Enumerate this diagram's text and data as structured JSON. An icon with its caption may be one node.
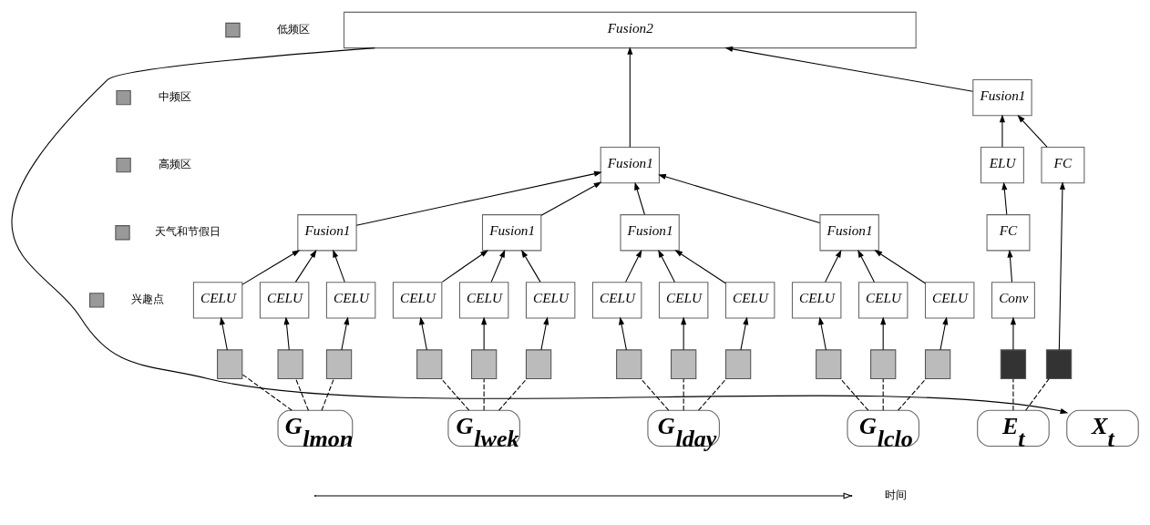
{
  "diagram": {
    "nodes": [
      {
        "text": [
          "Fusion2"
        ]
      },
      {
        "text": [
          "Fusion1"
        ]
      },
      {
        "text": [
          "Fusion1"
        ]
      },
      {
        "text": [
          "Fusion1"
        ]
      },
      {
        "text": [
          "Fusion1"
        ]
      },
      {
        "text": [
          "Fusion1"
        ]
      },
      {
        "text": [
          "Fusion1"
        ]
      },
      {
        "text": [
          "ELU"
        ]
      },
      {
        "text": [
          "FC"
        ]
      },
      {
        "text": [
          "FC"
        ]
      },
      {
        "text": [
          "CELU"
        ]
      },
      {
        "text": [
          "CELU"
        ]
      },
      {
        "text": [
          "CELU"
        ]
      },
      {
        "text": [
          "CELU"
        ]
      },
      {
        "text": [
          "CELU"
        ]
      },
      {
        "text": [
          "CELU"
        ]
      },
      {
        "text": [
          "CELU"
        ]
      },
      {
        "text": [
          "CELU"
        ]
      },
      {
        "text": [
          "CELU"
        ]
      },
      {
        "text": [
          "CELU"
        ]
      },
      {
        "text": [
          "CELU"
        ]
      },
      {
        "text": [
          "CELU"
        ]
      },
      {
        "text": [
          "Conv"
        ]
      },
      {
        "text": [],
        "shape": "box"
      },
      {
        "text": [],
        "shape": "box"
      },
      {
        "text": [],
        "shape": "box"
      },
      {
        "text": [],
        "shape": "box"
      },
      {
        "text": [],
        "shape": "box"
      },
      {
        "text": [],
        "shape": "box"
      },
      {
        "text": [],
        "shape": "box"
      },
      {
        "text": [],
        "shape": "box"
      },
      {
        "text": [],
        "shape": "box"
      },
      {
        "text": [],
        "shape": "box"
      },
      {
        "text": [],
        "shape": "box"
      },
      {
        "text": [],
        "shape": "box"
      },
      {
        "text": [],
        "shape": "box"
      },
      {
        "text": [],
        "shape": "box"
      },
      {
        "text": [
          "G$_{lmon}$"
        ]
      },
      {
        "text": [
          "G$_{lwek}$"
        ]
      },
      {
        "text": [
          "G$_{lday}$"
        ]
      },
      {
        "text": [
          "G$_{lclo}$"
        ]
      },
      {
        "text": [
          "E$_{t}$"
        ]
      },
      {
        "text": [
          "X$_{t}$"
        ]
      }
    ],
    "edges": [
      {
        "from": 37,
        "to": 23,
        "arrow": "none",
        "style": "dashed"
      },
      {
        "from": 37,
        "to": 24,
        "arrow": "none",
        "style": "dashed"
      },
      {
        "from": 37,
        "to": 25,
        "arrow": "none",
        "style": "dashed"
      },
      {
        "from": 38,
        "to": 26,
        "arrow": "none",
        "style": "dashed"
      },
      {
        "from": 38,
        "to": 27,
        "arrow": "none",
        "style": "dashed"
      },
      {
        "from": 38,
        "to": 28,
        "arrow": "none",
        "style": "dashed"
      },
      {
        "from": 39,
        "to": 29,
        "arrow": "none",
        "style": "dashed"
      },
      {
        "from": 39,
        "to": 30,
        "arrow": "none",
        "style": "dashed"
      },
      {
        "from": 39,
        "to": 31,
        "arrow": "none",
        "style": "dashed"
      },
      {
        "from": 40,
        "to": 32,
        "arrow": "none",
        "style": "dashed"
      },
      {
        "from": 40,
        "to": 33,
        "arrow": "none",
        "style": "dashed"
      },
      {
        "from": 40,
        "to": 34,
        "arrow": "none",
        "style": "dashed"
      },
      {
        "from": 41,
        "to": 35,
        "arrow": "none",
        "style": "dashed"
      },
      {
        "from": 41,
        "to": 36,
        "arrow": "none",
        "style": "dashed"
      },
      {
        "from": 23,
        "to": 10,
        "arrow": "to"
      },
      {
        "from": 24,
        "to": 11,
        "arrow": "to"
      },
      {
        "from": 25,
        "to": 12,
        "arrow": "to"
      },
      {
        "from": 26,
        "to": 13,
        "arrow": "to"
      },
      {
        "from": 27,
        "to": 14,
        "arrow": "to"
      },
      {
        "from": 28,
        "to": 15,
        "arrow": "to"
      },
      {
        "from": 29,
        "to": 16,
        "arrow": "to"
      },
      {
        "from": 30,
        "to": 17,
        "arrow": "to"
      },
      {
        "from": 31,
        "to": 18,
        "arrow": "to"
      },
      {
        "from": 32,
        "to": 19,
        "arrow": "to"
      },
      {
        "from": 33,
        "to": 20,
        "arrow": "to"
      },
      {
        "from": 34,
        "to": 21,
        "arrow": "to"
      },
      {
        "from": 35,
        "to": 22,
        "arrow": "to"
      },
      {
        "from": 36,
        "to": 8,
        "arrow": "to"
      },
      {
        "from": 10,
        "to": 3,
        "arrow": "to"
      },
      {
        "from": 11,
        "to": 3,
        "arrow": "to"
      },
      {
        "from": 12,
        "to": 3,
        "arrow": "to"
      },
      {
        "from": 13,
        "to": 4,
        "arrow": "to"
      },
      {
        "from": 14,
        "to": 4,
        "arrow": "to"
      },
      {
        "from": 15,
        "to": 4,
        "arrow": "to"
      },
      {
        "from": 16,
        "to": 5,
        "arrow": "to"
      },
      {
        "from": 17,
        "to": 5,
        "arrow": "to"
      },
      {
        "from": 18,
        "to": 5,
        "arrow": "to"
      },
      {
        "from": 19,
        "to": 6,
        "arrow": "to"
      },
      {
        "from": 20,
        "to": 6,
        "arrow": "to"
      },
      {
        "from": 21,
        "to": 6,
        "arrow": "to"
      },
      {
        "from": 22,
        "to": 9,
        "arrow": "to"
      },
      {
        "from": 9,
        "to": 7,
        "arrow": "to"
      },
      {
        "from": 7,
        "to": 2,
        "arrow": "to"
      },
      {
        "from": 8,
        "to": 2,
        "arrow": "to"
      },
      {
        "from": 3,
        "to": 1,
        "arrow": "to"
      },
      {
        "from": 4,
        "to": 1,
        "arrow": "to"
      },
      {
        "from": 5,
        "to": 1,
        "arrow": "to"
      },
      {
        "from": 6,
        "to": 1,
        "arrow": "to"
      },
      {
        "from": 1,
        "to": 0,
        "arrow": "to"
      },
      {
        "from": 2,
        "to": 0,
        "arrow": "to"
      },
      {
        "from": 0,
        "to": 42,
        "arrow": "to"
      }
    ],
    "labels": [
      "时间"
    ],
    "legend": [
      {
        "text": "低频区"
      },
      {
        "text": "中频区"
      },
      {
        "text": "高频区"
      },
      {
        "text": "天气和节假日"
      },
      {
        "text": "兴趣点"
      }
    ]
  }
}
